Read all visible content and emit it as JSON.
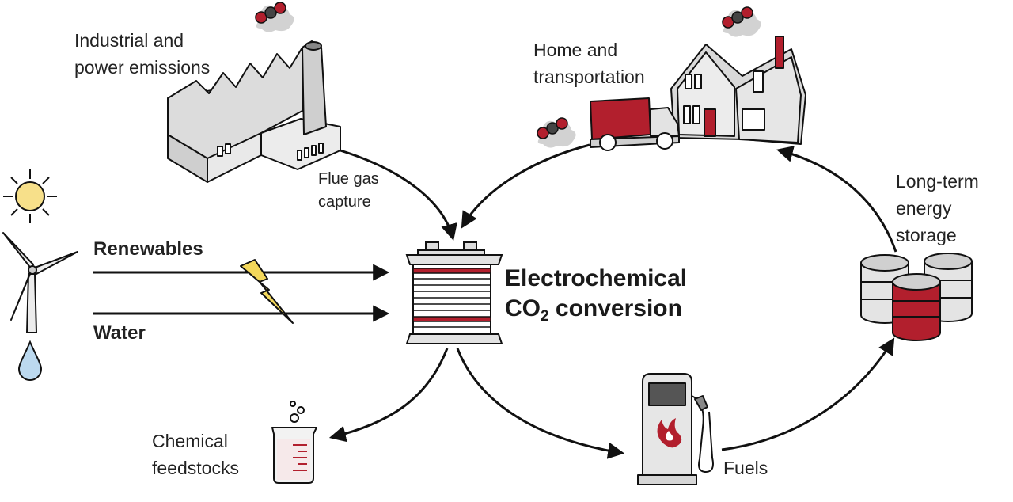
{
  "labels": {
    "industrial_line1": "Industrial and",
    "industrial_line2": "power emissions",
    "home_line1": "Home and",
    "home_line2": "transportation",
    "flue_line1": "Flue gas",
    "flue_line2": "capture",
    "storage_line1": "Long-term",
    "storage_line2": "energy",
    "storage_line3": "storage",
    "renewables": "Renewables",
    "water": "Water",
    "chemical_line1": "Chemical",
    "chemical_line2": "feedstocks",
    "fuels": "Fuels"
  },
  "center": {
    "line1": "Electrochemical",
    "line2_prefix": "CO",
    "line2_subscript": "2",
    "line2_suffix": " conversion"
  },
  "icons": [
    "factory-icon",
    "house-icon",
    "truck-icon",
    "sun-icon",
    "wind-turbine-icon",
    "water-drop-icon",
    "lightning-icon",
    "electrochemical-cell-icon",
    "beaker-icon",
    "fuel-pump-icon",
    "storage-barrels-icon",
    "co2-molecule-icon"
  ],
  "colors": {
    "accent_red": "#b21f2d",
    "gray_fill": "#cfcfcf",
    "light_gray": "#ececec",
    "ink": "#1e1e1e",
    "sun_yellow": "#f7e08a",
    "drop_blue": "#bcd9ef",
    "bolt_yellow": "#f3d75b"
  }
}
